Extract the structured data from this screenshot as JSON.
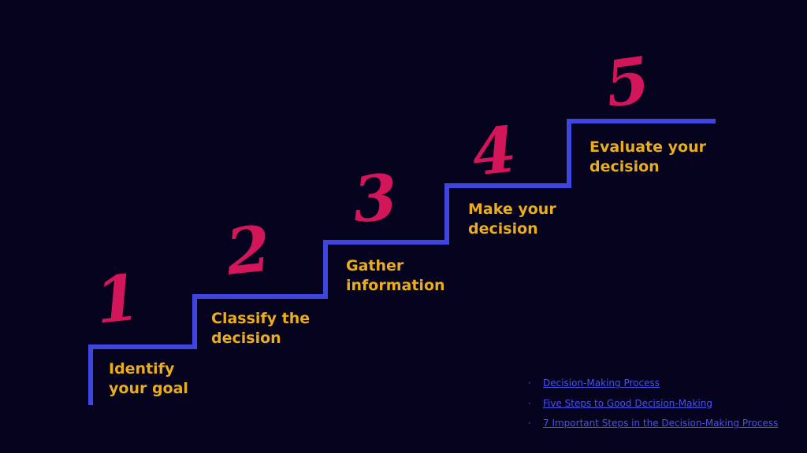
{
  "steps": [
    {
      "number": "1",
      "line1": "Identify",
      "line2": "your goal"
    },
    {
      "number": "2",
      "line1": "Classify the",
      "line2": "decision"
    },
    {
      "number": "3",
      "line1": "Gather",
      "line2": "information"
    },
    {
      "number": "4",
      "line1": "Make your",
      "line2": "decision"
    },
    {
      "number": "5",
      "line1": "Evaluate your",
      "line2": "decision"
    }
  ],
  "links": [
    {
      "text": "Decision-Making  Process"
    },
    {
      "text": "Five Steps to Good Decision-Making"
    },
    {
      "text": "7 Important Steps in the Decision-Making Process"
    }
  ],
  "colors": {
    "background": "#06031f",
    "stair": "#3f46e0",
    "number": "#d3155a",
    "label": "#e9ad1d",
    "link": "#4a52e6"
  }
}
